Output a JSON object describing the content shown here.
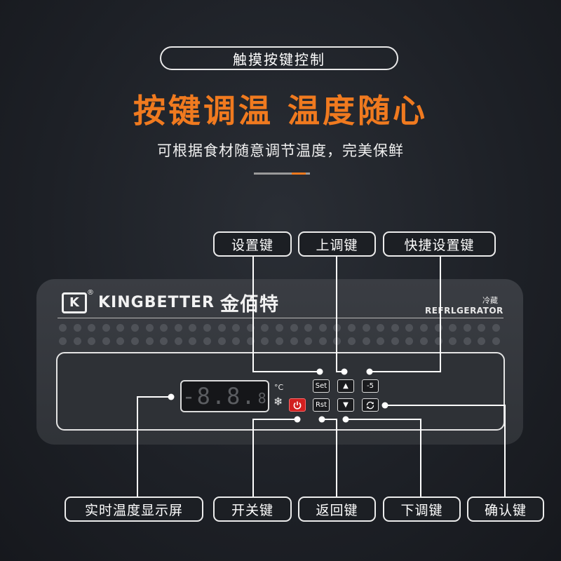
{
  "header": {
    "pill": "触摸按键控制",
    "headline": "按键调温  温度随心",
    "subline": "可根据食材随意调节温度，完美保鲜"
  },
  "brand": {
    "logo_letter": "K",
    "registered": "®",
    "name_en": "KINGBETTER",
    "name_cn": "金佰特",
    "fridge_cn": "冷藏",
    "fridge_en": "REFRLGERATOR"
  },
  "display": {
    "digits": "-8.8.",
    "small_digit": "8",
    "unit": "°C",
    "snow_icon": "❄"
  },
  "keys": {
    "set": "Set",
    "up": "▲",
    "quick": "-5",
    "rst": "Rst",
    "down": "▼"
  },
  "labels": {
    "set": "设置键",
    "up": "上调键",
    "quick": "快捷设置键",
    "display": "实时温度显示屏",
    "power": "开关键",
    "back": "返回键",
    "down": "下调键",
    "confirm": "确认键"
  },
  "colors": {
    "accent_orange": "#f07a1f",
    "power_red": "#d21f1f"
  }
}
